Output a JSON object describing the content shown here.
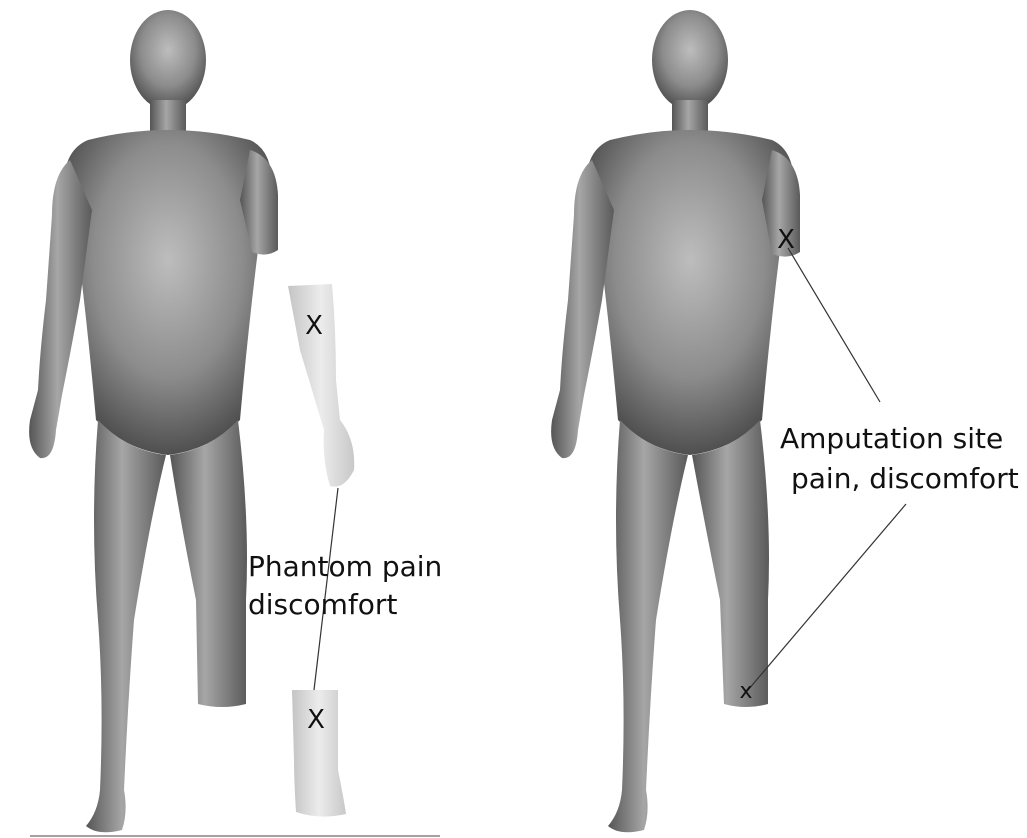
{
  "panels": [
    {
      "label_lines": [
        "Phantom pain",
        "discomfort"
      ],
      "markers": [
        "X",
        "X"
      ]
    },
    {
      "label_lines": [
        "Amputation site",
        "pain, discomfort"
      ],
      "markers": [
        "X",
        "x"
      ]
    }
  ],
  "colors": {
    "body_dark": "#5a5a5a",
    "body_mid": "#8c8c8c",
    "body_light": "#bdbdbd",
    "phantom_limb": "#d4d4d4",
    "leader_line": "#333333",
    "text": "#111111"
  }
}
